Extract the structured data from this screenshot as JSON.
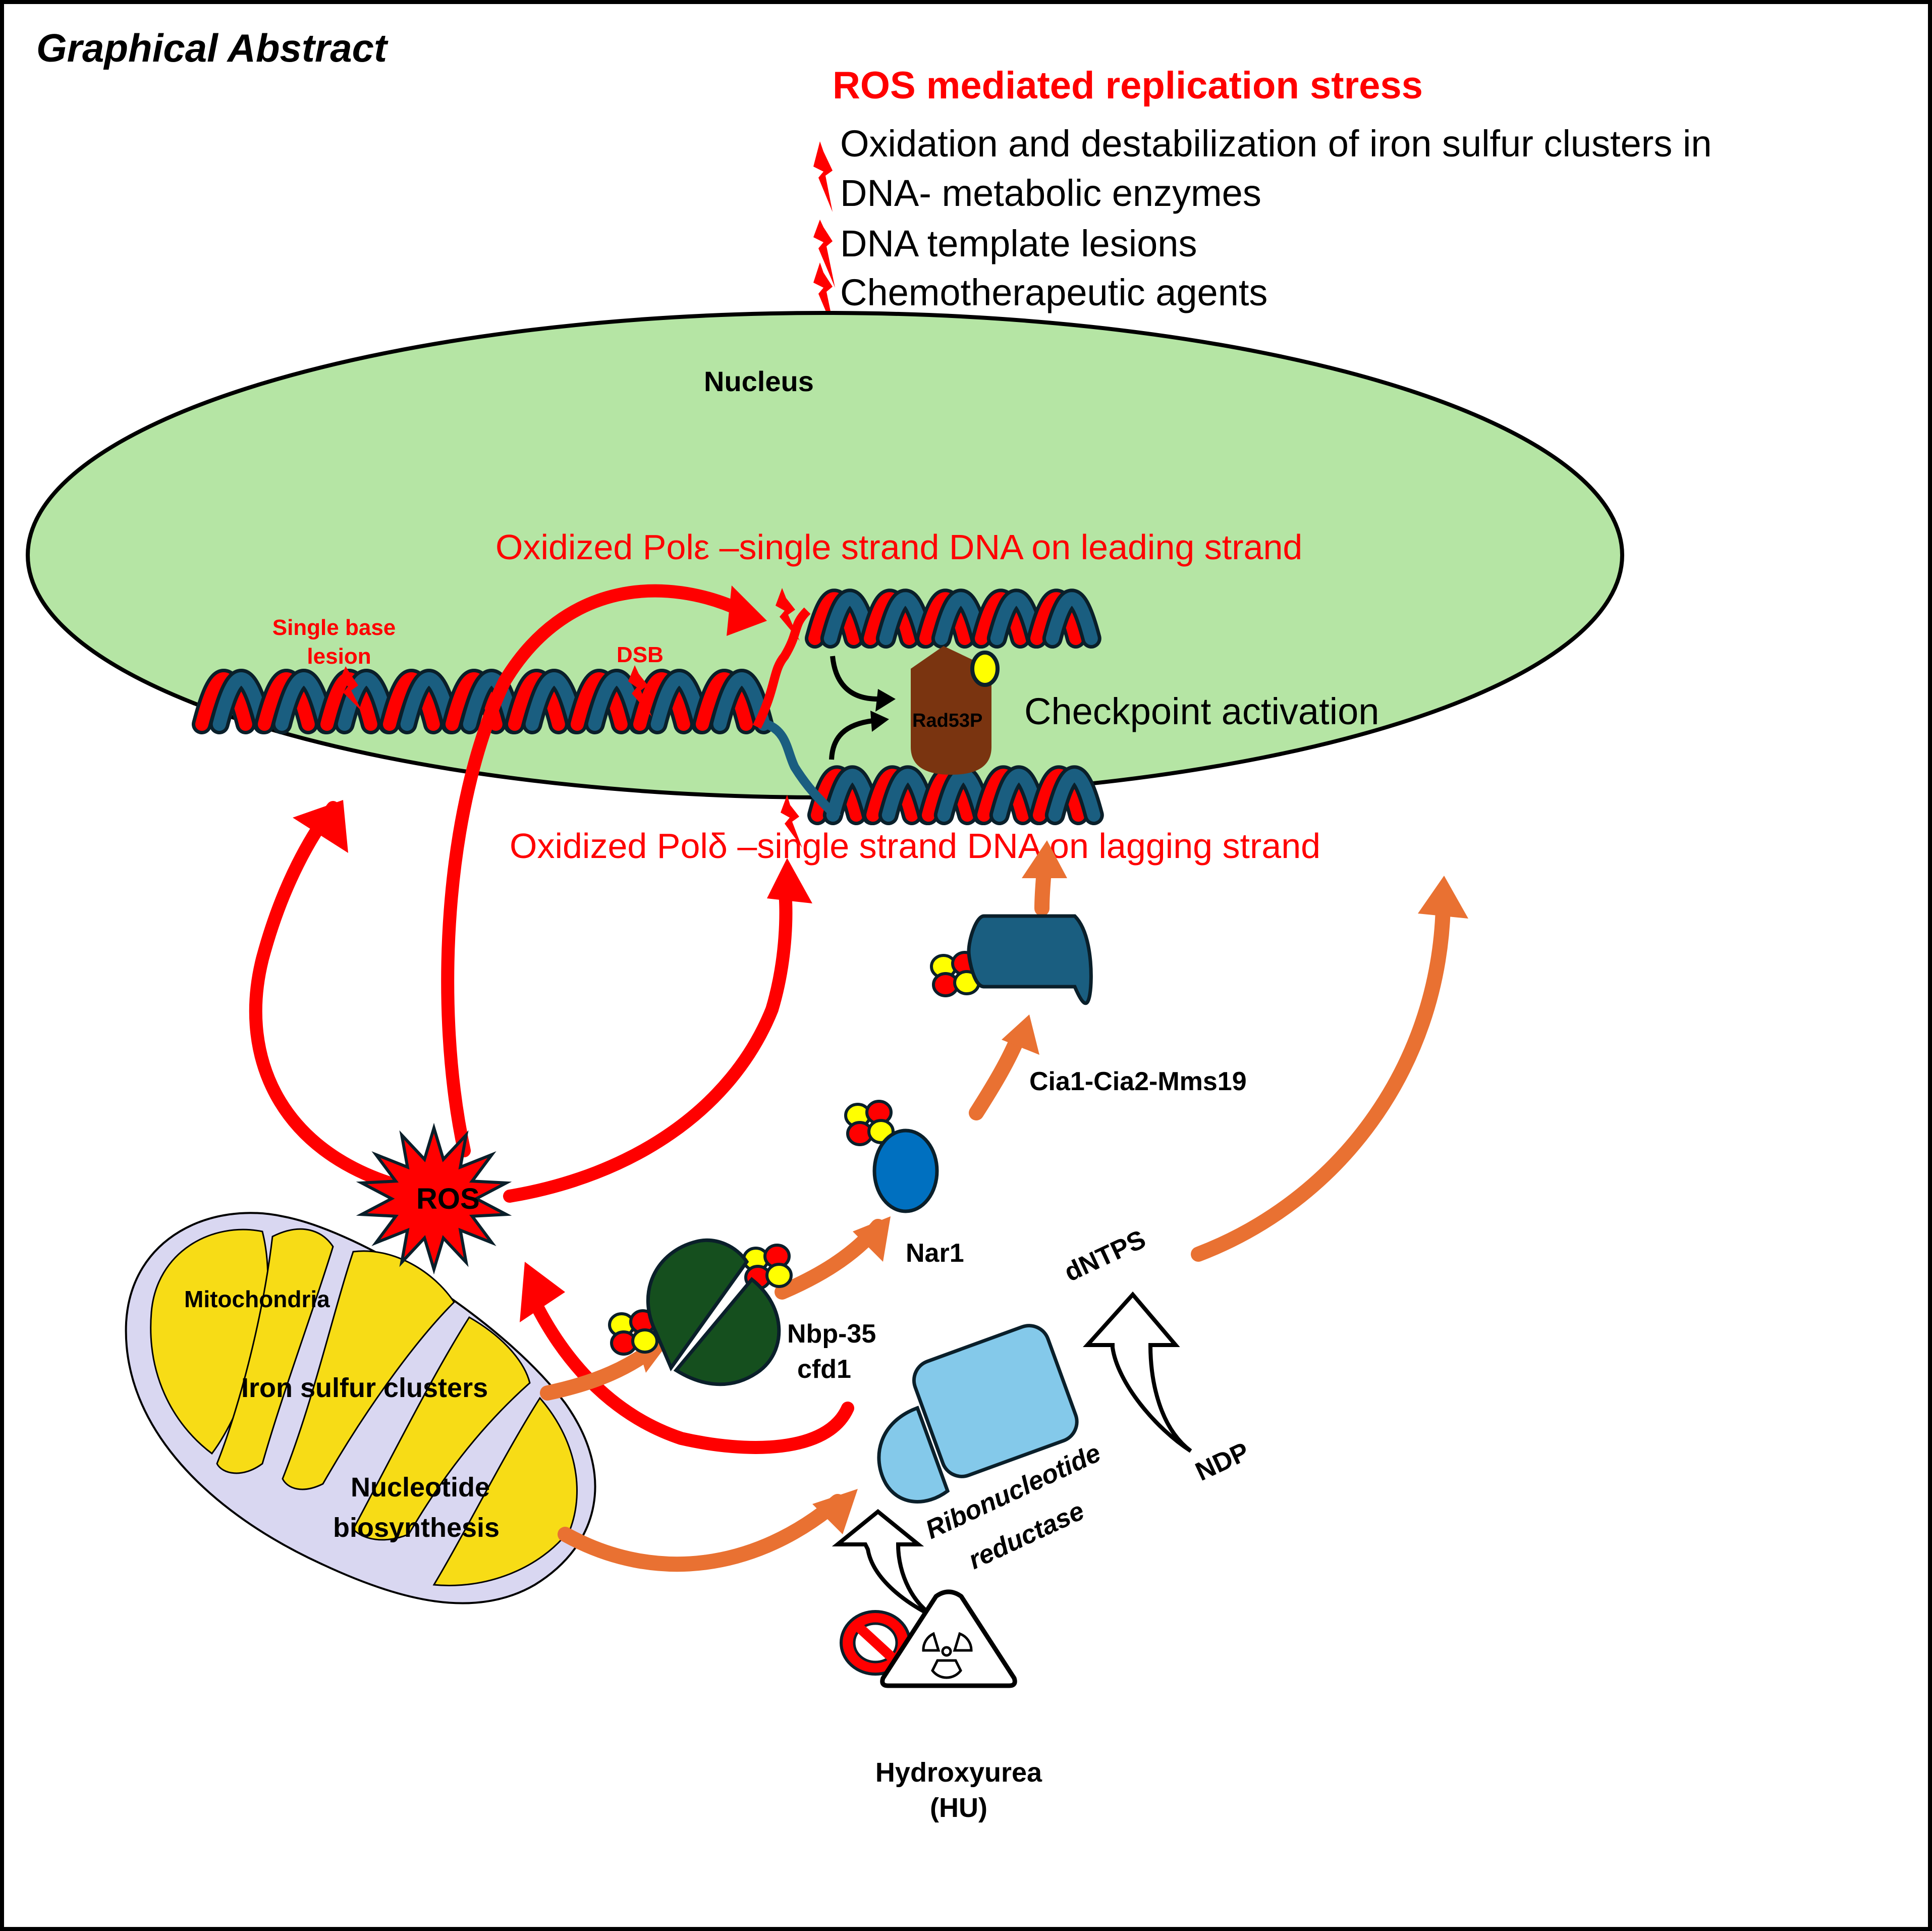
{
  "title": "Graphical Abstract",
  "stress_panel": {
    "heading": "ROS mediated replication stress",
    "bullets": [
      {
        "icon": "lightning-icon",
        "lines": [
          "Oxidation and destabilization of iron sulfur clusters in",
          "DNA- metabolic enzymes"
        ]
      },
      {
        "icon": "lightning-icon",
        "lines": [
          "DNA template lesions"
        ]
      },
      {
        "icon": "lightning-icon",
        "lines": [
          "Chemotherapeutic agents"
        ]
      }
    ]
  },
  "nucleus": {
    "label": "Nucleus",
    "single_base_lesion": [
      "Single base",
      "lesion"
    ],
    "dsb": "DSB",
    "leading_strand_label": "Oxidized Polε –single strand DNA on leading strand",
    "lagging_strand_label": "Oxidized Polδ –single strand DNA on lagging strand",
    "rad53": "Rad53P",
    "checkpoint": "Checkpoint activation"
  },
  "cytoplasm": {
    "ros": "ROS",
    "mitochondria": {
      "label": "Mitochondria",
      "iron_sulfur": "Iron sulfur clusters",
      "nucleotide": [
        "Nucleotide",
        "biosynthesis"
      ]
    },
    "nbp35": [
      "Nbp-35",
      "cfd1"
    ],
    "nar1": "Nar1",
    "cia": "Cia1-Cia2-Mms19",
    "dntps": "dNTPS",
    "ndp": "NDP",
    "rnr": [
      "Ribonucleotide",
      "reductase"
    ],
    "hydroxyurea": [
      "Hydroxyurea",
      "(HU)"
    ]
  },
  "colors": {
    "nucleus_fill": "#b5e5a4",
    "ros_red": "#ff0000",
    "pathway_orange": "#e97132",
    "dna_blue": "#1a5e80",
    "mito_yellow": "#f7dc16",
    "mito_membrane": "#d9d7f1",
    "nbp_green": "#154f1e",
    "nar1_blue": "#0070c0",
    "cia_blue": "#1a5e80",
    "rnr_blue": "#84c9ea",
    "rad53_brown": "#7a3410",
    "phospho_yellow": "#ffff00"
  }
}
